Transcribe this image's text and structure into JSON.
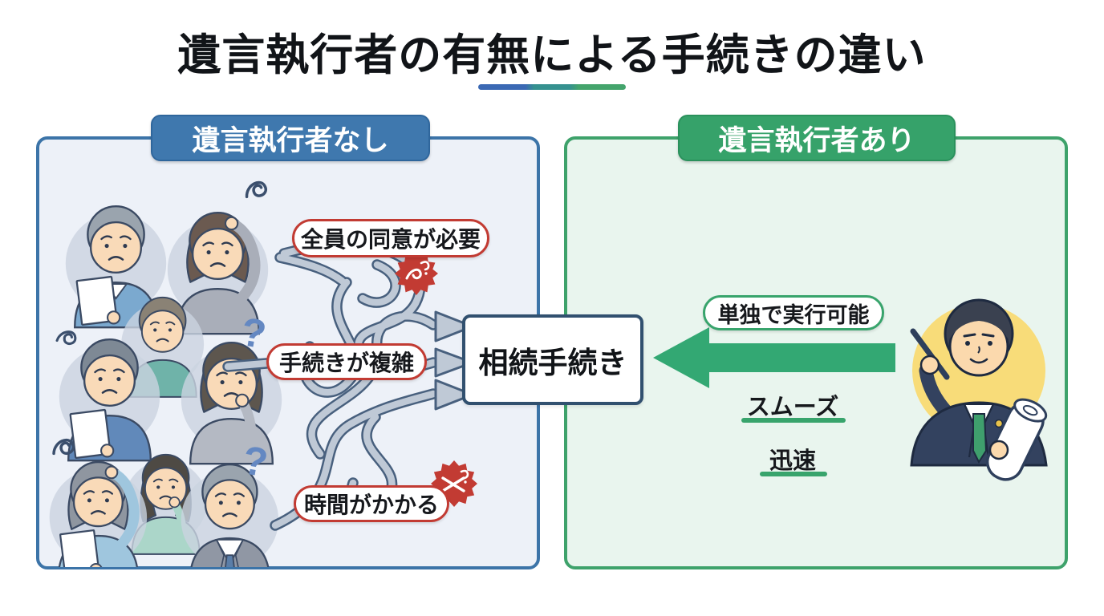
{
  "title": {
    "text": "遺言執行者の有無による手続きの違い"
  },
  "left_panel": {
    "header": "遺言執行者なし",
    "issue_labels": [
      "全員の同意が必要",
      "手続きが複雑",
      "時間がかかる"
    ]
  },
  "center_box": {
    "label": "相続手続き"
  },
  "right_panel": {
    "header": "遺言執行者あり",
    "benefit_label": "単独で実行可能",
    "keywords": [
      "スムーズ",
      "迅速"
    ]
  },
  "illustration": {
    "question_mark": "?"
  },
  "colors": {
    "left_accent_blue": "#3f78ae",
    "right_accent_green": "#36a26a",
    "warning_red": "#c23b33",
    "box_border_navy": "#31506f",
    "arrow_gray": "#bfc9d6",
    "arrow_outline": "#48607e",
    "highlight_yellow": "#f8dc79",
    "panel_left_bg": "#edf1f8",
    "panel_right_bg": "#e9f5ee"
  }
}
